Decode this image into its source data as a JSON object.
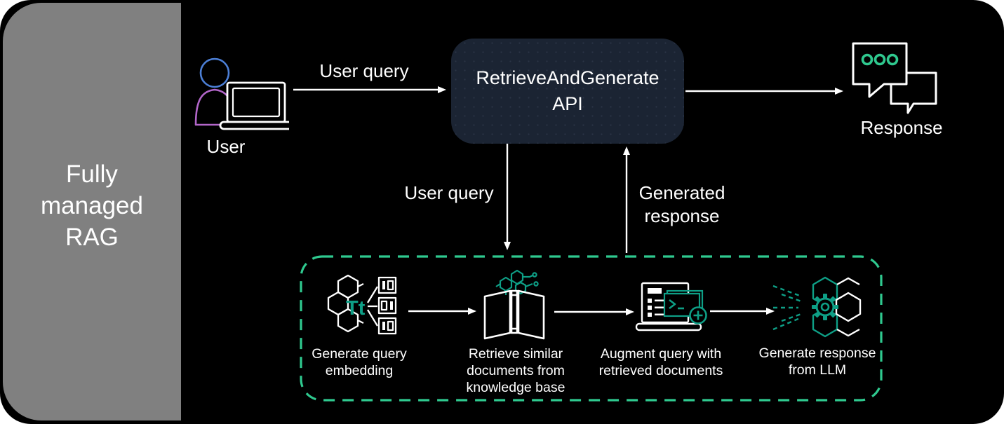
{
  "panel": {
    "title_lines": [
      "Fully",
      "managed",
      "RAG"
    ]
  },
  "colors": {
    "background": "#000000",
    "panel_gray": "#808080",
    "api_box_bg": "#1b2433",
    "accent_green": "#2fc98f",
    "icon_teal": "#0e9f86",
    "head_blue": "#4c7fd6",
    "body_purple": "#b266c9",
    "text_white": "#ffffff"
  },
  "flow": {
    "user_label": "User",
    "user_query_arrow_label": "User query",
    "api_label_line1": "RetrieveAndGenerate",
    "api_label_line2": "API",
    "response_label": "Response",
    "down_arrow_label": "User query",
    "up_arrow_label_line1": "Generated",
    "up_arrow_label_line2": "response"
  },
  "pipeline": {
    "titan_monogram": "Tt",
    "steps": [
      {
        "icon": "titan-text-embedding-icon",
        "label_lines": [
          "Generate query",
          "embedding"
        ]
      },
      {
        "icon": "knowledge-base-icon",
        "label_lines": [
          "Retrieve similar",
          "documents from",
          "knowledge base"
        ]
      },
      {
        "icon": "augment-query-icon",
        "label_lines": [
          "Augment query with",
          "retrieved documents"
        ]
      },
      {
        "icon": "generate-response-llm-icon",
        "label_lines": [
          "Generate response",
          "from LLM"
        ]
      }
    ]
  }
}
